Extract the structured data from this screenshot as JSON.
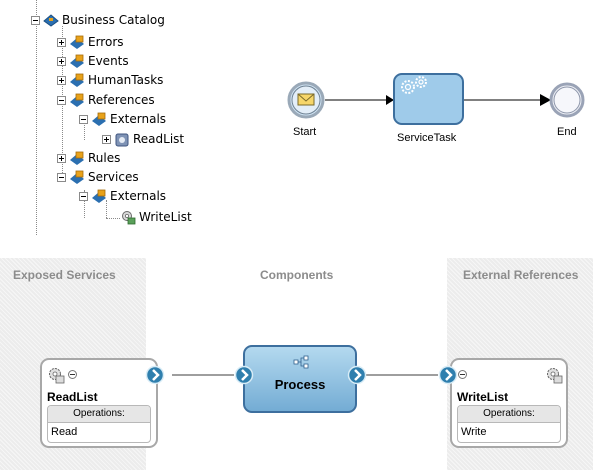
{
  "tree": {
    "root": "Business Catalog",
    "items": [
      {
        "label": "Errors"
      },
      {
        "label": "Events"
      },
      {
        "label": "HumanTasks"
      },
      {
        "label": "References"
      },
      {
        "label": "Externals"
      },
      {
        "label": "ReadList"
      },
      {
        "label": "Rules"
      },
      {
        "label": "Services"
      },
      {
        "label": "Externals"
      },
      {
        "label": "WriteList"
      }
    ]
  },
  "process_flow": {
    "start_label": "Start",
    "task_label": "ServiceTask",
    "end_label": "End"
  },
  "composite": {
    "exposed_services_label": "Exposed Services",
    "components_label": "Components",
    "external_references_label": "External References",
    "read_service": {
      "name": "ReadList",
      "operations_label": "Operations:",
      "operation": "Read"
    },
    "process": {
      "name": "Process"
    },
    "write_reference": {
      "name": "WriteList",
      "operations_label": "Operations:",
      "operation": "Write"
    }
  },
  "colors": {
    "task_fill": "#9fcbea",
    "task_border": "#3d6f9e",
    "start_fill": "#cfe3f3",
    "end_fill": "#eef0f6",
    "catalog_icon": "#2b6fb0",
    "folder_icon": "#e8a21a",
    "panel_hatch": "#ececec"
  }
}
